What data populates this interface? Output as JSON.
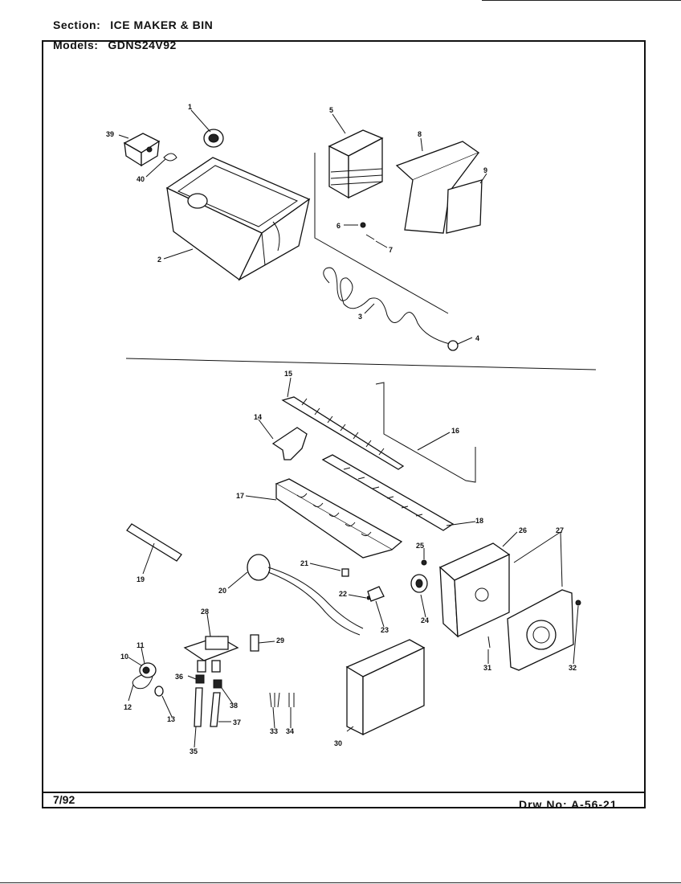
{
  "header": {
    "section_label": "Section:",
    "section_value": "ICE MAKER & BIN",
    "models_label": "Models:",
    "models_value": "GDNS24V92"
  },
  "footer": {
    "date": "7/92",
    "drawing_label": "Drw No:",
    "drawing_number": "A-56-21"
  },
  "callouts": [
    "1",
    "2",
    "3",
    "4",
    "5",
    "6",
    "7",
    "8",
    "9",
    "10",
    "11",
    "12",
    "13",
    "14",
    "15",
    "16",
    "17",
    "18",
    "19",
    "20",
    "21",
    "22",
    "23",
    "24",
    "25",
    "26",
    "27",
    "28",
    "29",
    "30",
    "31",
    "32",
    "33",
    "34",
    "35",
    "36",
    "37",
    "38",
    "39",
    "40"
  ]
}
